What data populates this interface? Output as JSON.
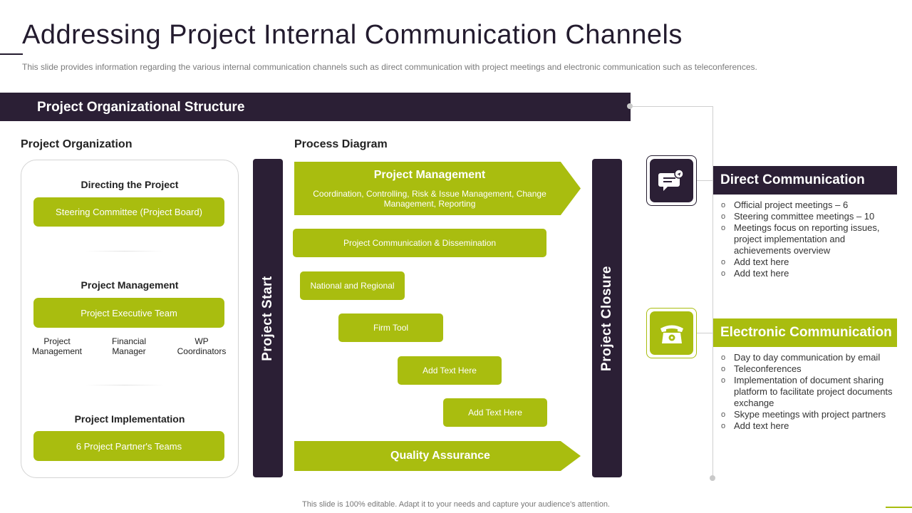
{
  "header": {
    "title": "Addressing Project Internal Communication Channels",
    "subtitle": "This slide provides information regarding the various internal communication channels such as direct communication with project meetings and electronic communication such as teleconferences."
  },
  "banner": {
    "label": "Project Organizational Structure"
  },
  "project_organization": {
    "heading": "Project Organization",
    "groups": [
      {
        "title": "Directing the Project",
        "pill": "Steering Committee (Project Board)"
      },
      {
        "title": "Project Management",
        "pill": "Project Executive Team",
        "roles": [
          "Project Management",
          "Financial Manager",
          "WP Coordinators"
        ]
      },
      {
        "title": "Project Implementation",
        "pill": "6 Project Partner's Teams"
      }
    ]
  },
  "process_diagram": {
    "heading": "Process Diagram",
    "start_label": "Project Start",
    "closure_label": "Project Closure",
    "management": {
      "title": "Project Management",
      "description": "Coordination, Controlling, Risk & Issue Management, Change Management, Reporting"
    },
    "steps": [
      "Project Communication & Dissemination",
      "National and Regional",
      "Firm Tool",
      "Add Text Here",
      "Add Text Here"
    ],
    "quality": {
      "title": "Quality Assurance"
    }
  },
  "channels": [
    {
      "title": "Direct Communication",
      "icon": "chat-bubble-icon",
      "color": "#2b1f35",
      "items": [
        "Official project meetings – 6",
        "Steering committee meetings – 10",
        "Meetings focus on reporting issues, project implementation and achievements overview",
        "Add text here",
        "Add text here"
      ]
    },
    {
      "title": "Electronic Communication",
      "icon": "telephone-icon",
      "color": "#a9bd0f",
      "items": [
        "Day to day communication by email",
        "Teleconferences",
        "Implementation of document sharing platform to facilitate project documents exchange",
        "Skype meetings with project partners",
        "Add text here"
      ]
    }
  ],
  "footer": {
    "note": "This slide is 100% editable. Adapt it to your needs and capture your audience's attention."
  },
  "colors": {
    "dark": "#2b1f35",
    "accent": "#a9bd0f"
  }
}
